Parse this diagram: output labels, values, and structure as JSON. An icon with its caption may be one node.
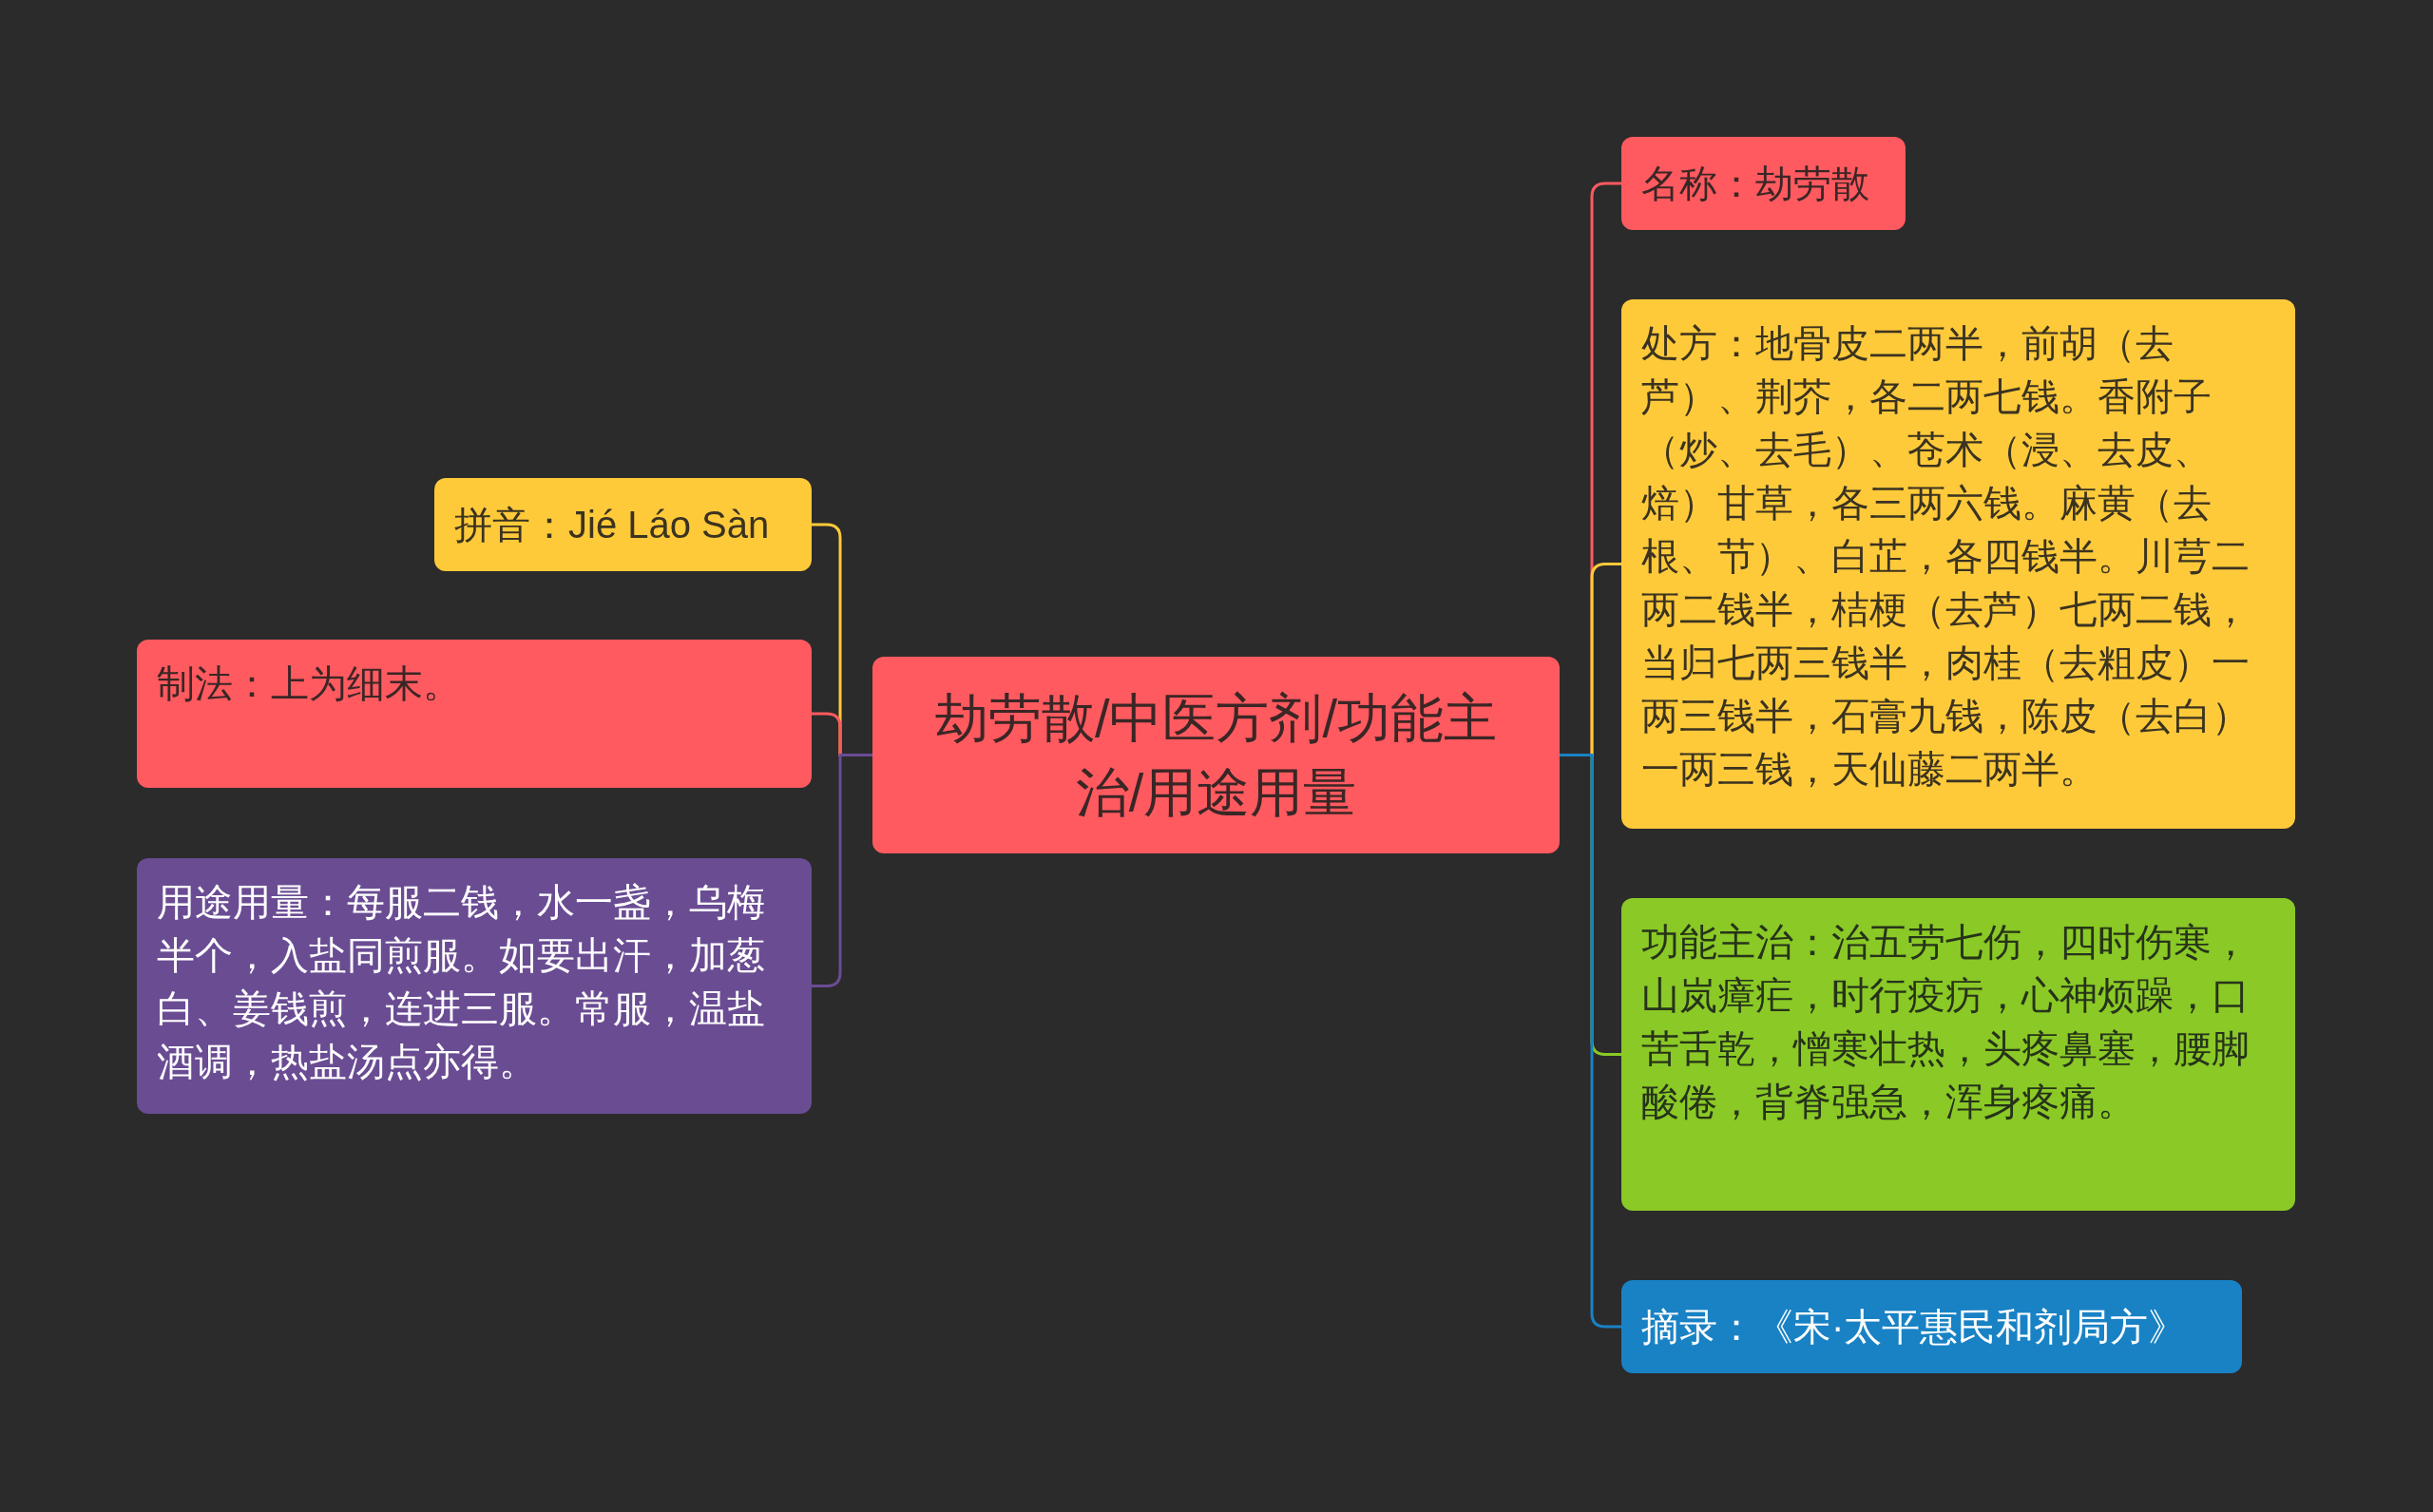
{
  "diagram": {
    "nodes": [
      {
        "text": [
          "劫劳散/中医方剂/功能主治/用途用量"
        ]
      },
      {
        "text": [
          "名称：劫劳散"
        ]
      },
      {
        "text": [
          "处方：地骨皮二两半，前胡（去芦）、荆芥，各二两七钱。香附子（炒、去毛）、苍术（浸、去皮、焙）甘草，各三两六钱。麻黄（去根、节）、白芷，各四钱半。川芎二两二钱半，桔梗（去芦）七两二钱，当归七两三钱半，肉桂（去粗皮）一两三钱半，石膏九钱，陈皮（去白）一两三钱，天仙藤二两半。"
        ]
      },
      {
        "text": [
          "功能主治：治五劳七伤，四时伤寒，山岚瘴疟，时行疫疠，心神烦躁，口苦舌乾，憎寒壮热，头疼鼻塞，腰脚酸倦，背脊强急，浑身疼痛。"
        ]
      },
      {
        "text": [
          "摘录：《宋·太平惠民和剂局方》"
        ]
      },
      {
        "text": [
          "拼音：Jié Láo Sàn"
        ]
      },
      {
        "text": [
          "制法：上为细末。"
        ]
      },
      {
        "text": [
          "用途用量：每服二钱，水一盏，乌梅半个，入盐同煎服。如要出汗，加葱白、姜钱煎，连进三服。常服，温盐酒调，热盐汤点亦得。"
        ]
      }
    ],
    "edges": [
      {
        "from": 0,
        "to": 1,
        "arrow": "none",
        "color": "#ff5a5f"
      },
      {
        "from": 0,
        "to": 2,
        "arrow": "none",
        "color": "#ffca3a"
      },
      {
        "from": 0,
        "to": 3,
        "arrow": "none",
        "color": "#8ac926"
      },
      {
        "from": 0,
        "to": 4,
        "arrow": "none",
        "color": "#1982c4"
      },
      {
        "from": 0,
        "to": 5,
        "arrow": "none",
        "color": "#ffca3a"
      },
      {
        "from": 0,
        "to": 6,
        "arrow": "none",
        "color": "#ff5a5f"
      },
      {
        "from": 0,
        "to": 7,
        "arrow": "none",
        "color": "#6a4c93"
      }
    ]
  }
}
